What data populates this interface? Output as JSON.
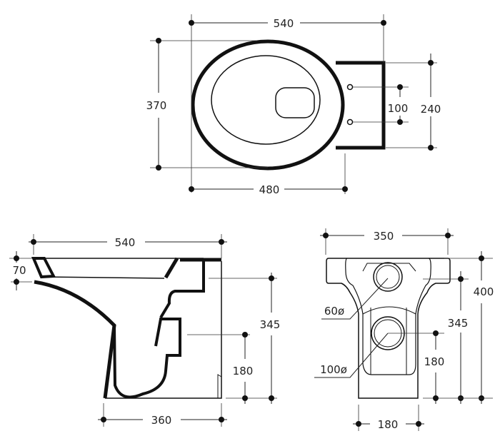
{
  "top_view": {
    "overall_length": "540",
    "width": "370",
    "bowl_length": "480",
    "fixing_holes_spacing": "100",
    "tank_width": "240"
  },
  "side_view": {
    "overall_length": "540",
    "rim_height": "70",
    "base_length": "360",
    "outlet_height": "345",
    "inlet_height": "180"
  },
  "front_view": {
    "rim_width": "350",
    "total_height": "400",
    "outlet_height": "345",
    "inlet_height": "180",
    "base_width": "180",
    "small_pipe_diameter": "60ø",
    "large_pipe_diameter": "100ø"
  }
}
